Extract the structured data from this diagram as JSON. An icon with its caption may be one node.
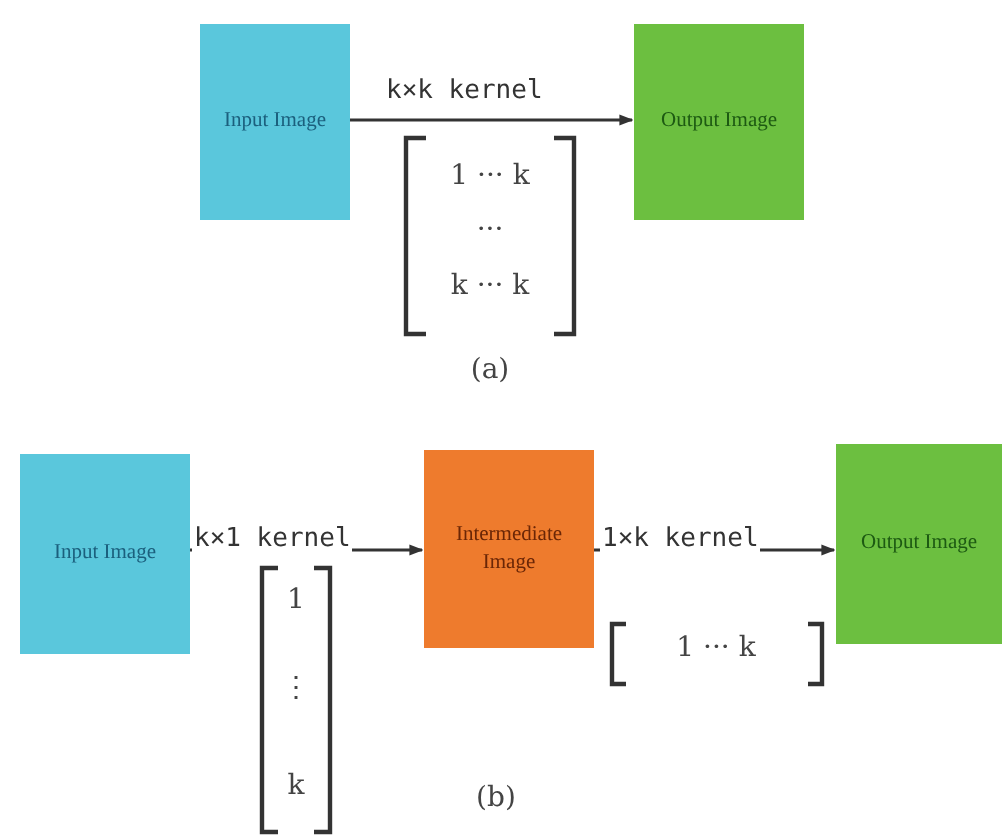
{
  "diagram": {
    "nodes": [
      {
        "text": [
          "Input Image"
        ]
      },
      {
        "text": [
          "Output Image"
        ]
      },
      {
        "text": [
          "Input Image"
        ]
      },
      {
        "text": [
          "Intermediate Image"
        ]
      },
      {
        "text": [
          "Output Image"
        ]
      }
    ],
    "edges": [
      {
        "from": 0,
        "to": 1,
        "arrow": "to",
        "label": "k×k kernel"
      },
      {
        "from": 2,
        "to": 3,
        "arrow": "to",
        "label": "k×1 kernel"
      },
      {
        "from": 3,
        "to": 4,
        "arrow": "to",
        "label": "1×k kernel"
      }
    ],
    "labels": [
      "1 ··· k",
      "···",
      "k ··· k",
      "(a)",
      "1",
      "⋮",
      "k",
      "1 ··· k",
      "(b)"
    ]
  }
}
